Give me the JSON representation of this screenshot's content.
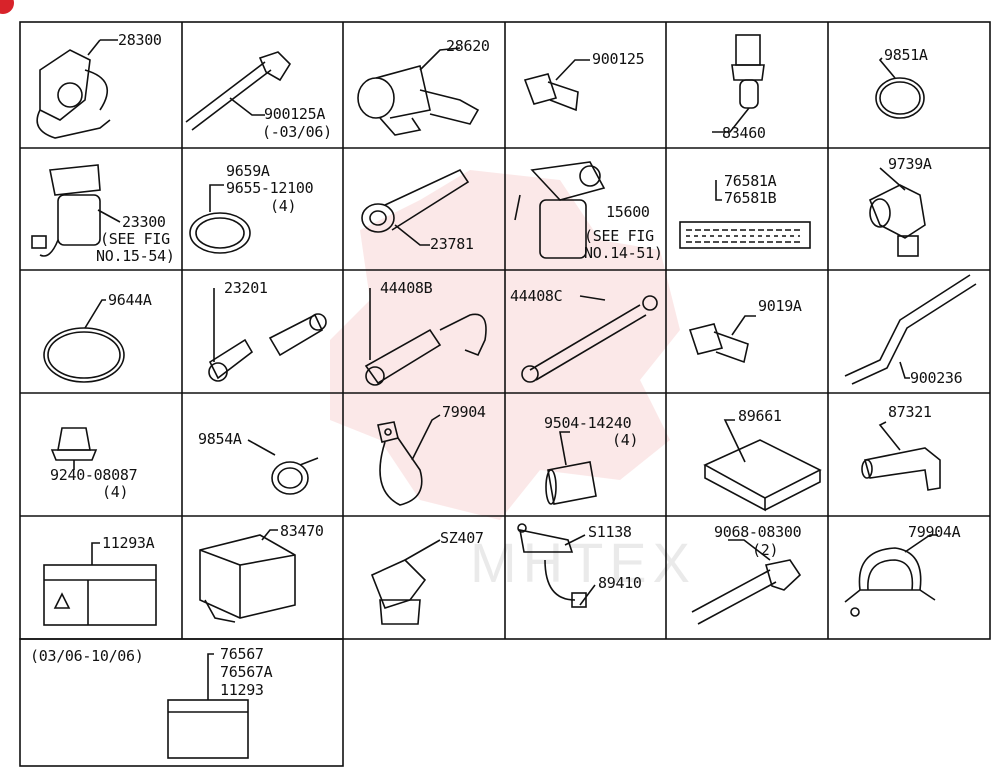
{
  "colors": {
    "line": "#111111",
    "accent": "#d8232a",
    "watermark": "#e24a4a"
  },
  "watermark_text": "MHTEX",
  "cells": [
    {
      "id": "r1c1",
      "labels": [
        "28300"
      ]
    },
    {
      "id": "r1c2",
      "labels": [
        "900125A",
        "(-03/06)"
      ]
    },
    {
      "id": "r1c3",
      "labels": [
        "28620"
      ]
    },
    {
      "id": "r1c4",
      "labels": [
        "900125"
      ]
    },
    {
      "id": "r1c5",
      "labels": [
        "83460"
      ]
    },
    {
      "id": "r1c6",
      "labels": [
        "9851A"
      ]
    },
    {
      "id": "r2c1",
      "labels": [
        "23300",
        "(SEE FIG",
        "NO.15-54)"
      ]
    },
    {
      "id": "r2c2",
      "labels": [
        "9659A",
        "9655-12100",
        "(4)"
      ]
    },
    {
      "id": "r2c3",
      "labels": [
        "23781"
      ]
    },
    {
      "id": "r2c4",
      "labels": [
        "15600",
        "(SEE FIG",
        "NO.14-51)"
      ]
    },
    {
      "id": "r2c5",
      "labels": [
        "76581A",
        "76581B"
      ]
    },
    {
      "id": "r2c6",
      "labels": [
        "9739A"
      ]
    },
    {
      "id": "r3c1",
      "labels": [
        "9644A"
      ]
    },
    {
      "id": "r3c2",
      "labels": [
        "23201"
      ]
    },
    {
      "id": "r3c3",
      "labels": [
        "44408B"
      ]
    },
    {
      "id": "r3c4",
      "labels": [
        "44408C"
      ]
    },
    {
      "id": "r3c5",
      "labels": [
        "9019A"
      ]
    },
    {
      "id": "r3c6",
      "labels": [
        "900236"
      ]
    },
    {
      "id": "r4c1",
      "labels": [
        "9240-08087",
        "(4)"
      ]
    },
    {
      "id": "r4c2",
      "labels": [
        "9854A"
      ]
    },
    {
      "id": "r4c3",
      "labels": [
        "79904"
      ]
    },
    {
      "id": "r4c4",
      "labels": [
        "9504-14240",
        "(4)"
      ]
    },
    {
      "id": "r4c5",
      "labels": [
        "89661"
      ]
    },
    {
      "id": "r4c6",
      "labels": [
        "87321"
      ]
    },
    {
      "id": "r5c1",
      "labels": [
        "11293A"
      ]
    },
    {
      "id": "r5c2",
      "labels": [
        "83470"
      ]
    },
    {
      "id": "r5c3",
      "labels": [
        "SZ407"
      ]
    },
    {
      "id": "r5c4",
      "labels": [
        "S1138",
        "89410"
      ]
    },
    {
      "id": "r5c5",
      "labels": [
        "9068-08300",
        "(2)"
      ]
    },
    {
      "id": "r5c6",
      "labels": [
        "79904A"
      ]
    },
    {
      "id": "r6c1",
      "labels": [
        "(03/06-10/06)",
        "76567",
        "76567A",
        "11293"
      ]
    }
  ]
}
